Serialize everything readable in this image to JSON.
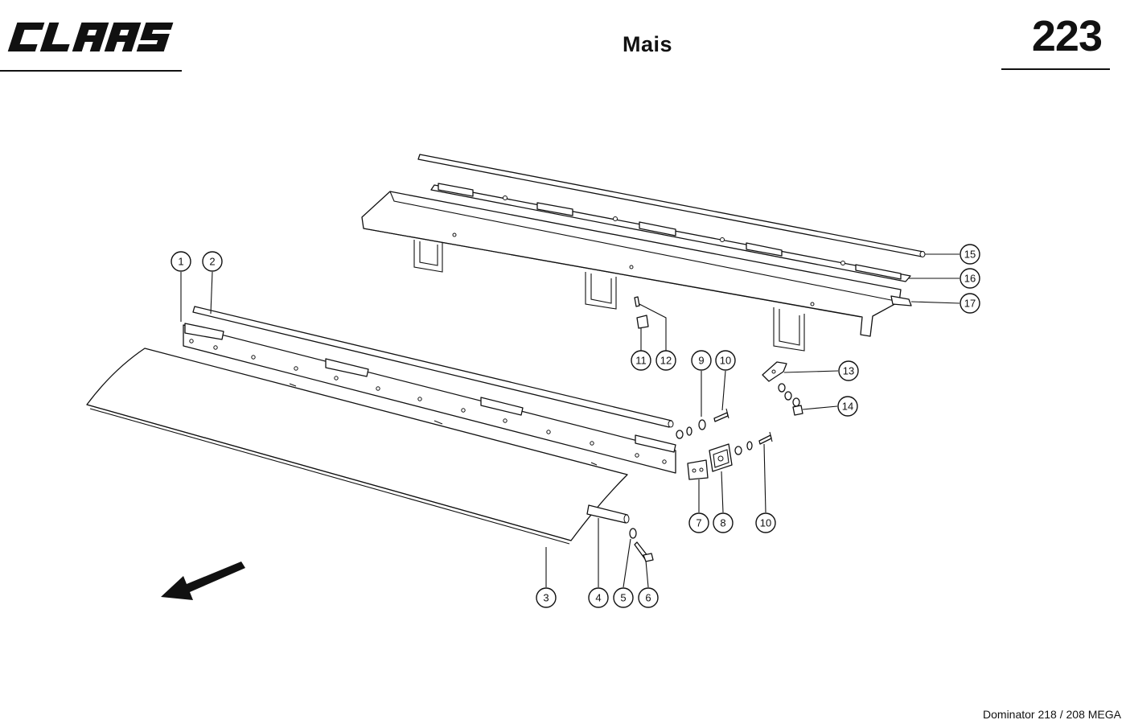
{
  "header": {
    "brand": "CLAAS",
    "title": "Mais",
    "page_number": "223"
  },
  "footer": {
    "model": "Dominator 218 / 208 MEGA"
  },
  "callouts": [
    "1",
    "2",
    "3",
    "4",
    "5",
    "6",
    "7",
    "8",
    "9",
    "10",
    "10",
    "11",
    "12",
    "13",
    "14",
    "15",
    "16",
    "17"
  ]
}
